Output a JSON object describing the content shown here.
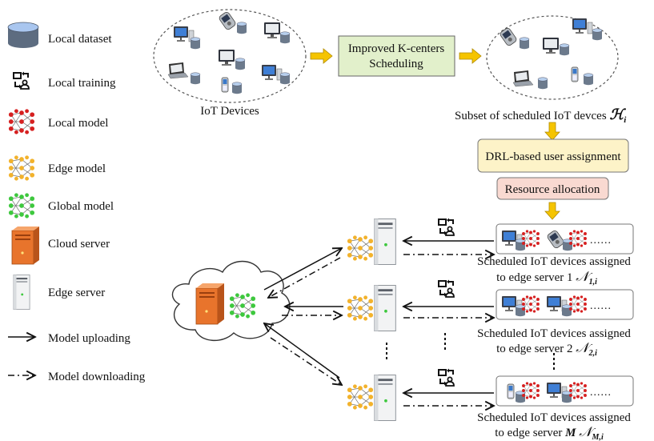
{
  "legend": {
    "local_dataset": "Local dataset",
    "local_training": "Local training",
    "local_model": "Local model",
    "edge_model": "Edge model",
    "global_model": "Global model",
    "cloud_server": "Cloud server",
    "edge_server": "Edge server",
    "model_uploading": "Model uploading",
    "model_downloading": "Model downloading"
  },
  "top": {
    "iot_devices": "IoT Devices",
    "kcenters_line1": "Improved K-centers",
    "kcenters_line2": "Scheduling",
    "subset_label": "Subset of scheduled IoT devces",
    "subset_symbol": "ℋ",
    "subset_sub": "i",
    "drl": "DRL-based user assignment",
    "resource": "Resource allocation"
  },
  "groups": [
    {
      "line1": "Scheduled IoT devices assigned",
      "line2": "to edge server 1",
      "sym": "𝒩",
      "sub": "1,i"
    },
    {
      "line1": "Scheduled IoT devices assigned",
      "line2": "to edge server 2",
      "sym": "𝒩",
      "sub": "2,i"
    },
    {
      "line1": "Scheduled IoT devices assigned",
      "line2": "to edge server",
      "m": "M",
      "sym": "𝒩",
      "sub": "M,i"
    }
  ],
  "colors": {
    "kcenters_fill": "#e2f0cb",
    "drl_fill": "#fdf3c8",
    "resource_fill": "#f9d9d1",
    "arrow_yellow": "#f5c400",
    "cloud_server": "#e8742c",
    "local_model": "#d62020",
    "edge_model": "#f2b22c",
    "global_model": "#3ec83e"
  }
}
